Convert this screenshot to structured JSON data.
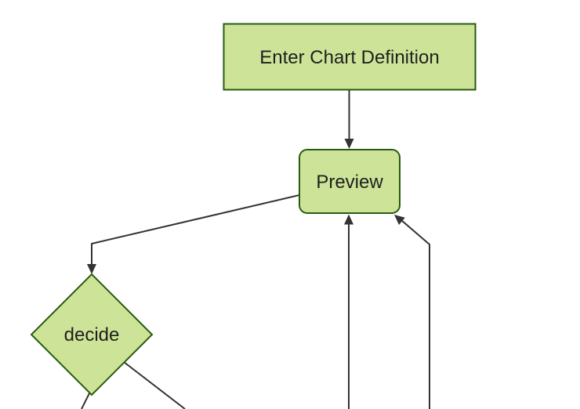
{
  "diagram": {
    "type": "flowchart",
    "direction": "top-down",
    "nodes": {
      "enter_chart_definition": {
        "label": "Enter Chart Definition",
        "shape": "rectangle"
      },
      "preview": {
        "label": "Preview",
        "shape": "rounded-rectangle"
      },
      "decide": {
        "label": "decide",
        "shape": "diamond"
      }
    },
    "edges": [
      {
        "from": "enter_chart_definition",
        "to": "preview",
        "arrow": true
      },
      {
        "from": "preview",
        "to": "decide",
        "arrow": true
      },
      {
        "from": "offscreen-bottom-node",
        "to": "preview",
        "arrow": true
      },
      {
        "from": "offscreen-bottom-right-node",
        "to": "preview",
        "arrow": true
      },
      {
        "from": "decide",
        "to": "offscreen-bottom-left",
        "arrow": false,
        "note": "partially visible, exits bottom edge"
      },
      {
        "from": "decide",
        "to": "offscreen-bottom-right",
        "arrow": false,
        "note": "partially visible, exits bottom edge"
      }
    ]
  },
  "colors": {
    "background": "#ffffff",
    "node_fill": "#cde498",
    "node_border": "#275c10",
    "line_color": "#333333",
    "label_color": "#1f1f1f"
  }
}
